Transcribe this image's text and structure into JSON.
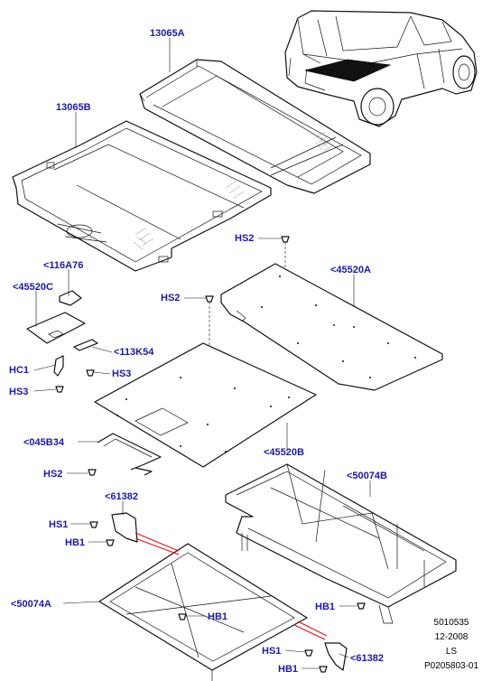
{
  "callouts": {
    "c13065A": "13065A",
    "c13065B": "13065B",
    "c116A76": "<116A76",
    "c45520C": "<45520C",
    "c113K54": "<113K54",
    "hc1": "HC1",
    "hs3_a": "HS3",
    "hs3_b": "HS3",
    "hs2_top": "HS2",
    "hs2_mid": "HS2",
    "hs2_low": "HS2",
    "c45520A": "<45520A",
    "c45520B": "<45520B",
    "c045B34": "<045B34",
    "c50074B": "<50074B",
    "c61382_a": "<61382",
    "c61382_b": "<61382",
    "hs1_a": "HS1",
    "hs1_b": "HS1",
    "hb1_a": "HB1",
    "hb1_b": "HB1",
    "hb1_c": "HB1",
    "hb1_d": "HB1",
    "c50074A": "<50074A"
  },
  "footer": {
    "ref": "5010535",
    "date": "12-2008",
    "code": "LS",
    "illustration": "P0205803-01"
  },
  "colors": {
    "callout": "#1a1aa6",
    "line": "#111111",
    "alignment": "#e01010"
  }
}
